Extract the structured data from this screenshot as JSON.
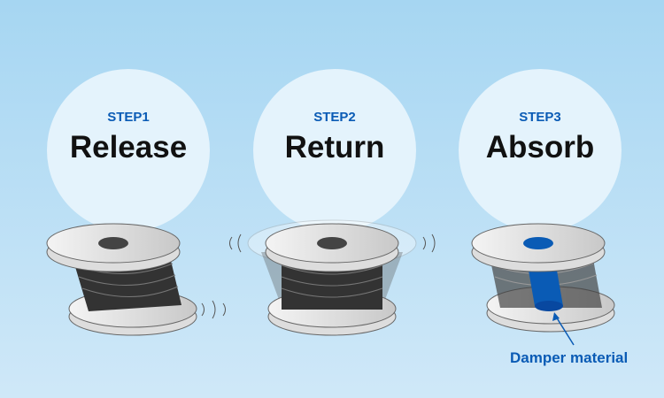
{
  "steps": [
    {
      "label": "STEP1",
      "title": "Release"
    },
    {
      "label": "STEP2",
      "title": "Return"
    },
    {
      "label": "STEP3",
      "title": "Absorb"
    }
  ],
  "annotation": "Damper material",
  "colors": {
    "accent": "#0a5bb5",
    "spring": "#333333"
  }
}
